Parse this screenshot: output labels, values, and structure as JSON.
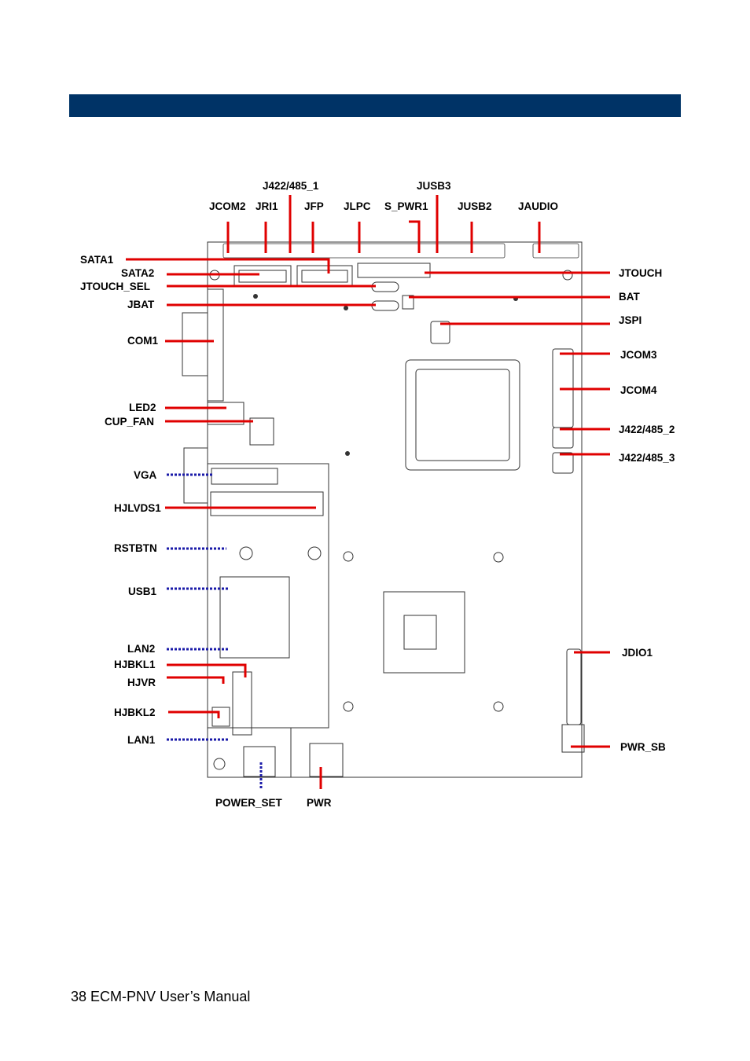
{
  "header": {
    "banner_color": "#003366"
  },
  "colors": {
    "leader_solid": "#e00000",
    "leader_dotted": "#1a1aa8",
    "board_line": "#333333"
  },
  "labels": {
    "jcom2": "JCOM2",
    "jri1": "JRI1",
    "j422_485_1": "J422/485_1",
    "jfp": "JFP",
    "jlpc": "JLPC",
    "s_pwr1": "S_PWR1",
    "jusb3": "JUSB3",
    "jusb2": "JUSB2",
    "jaudio": "JAUDIO",
    "sata1": "SATA1",
    "sata2": "SATA2",
    "jtouch_sel": "JTOUCH_SEL",
    "jbat": "JBAT",
    "com1": "COM1",
    "led2": "LED2",
    "cup_fan": "CUP_FAN",
    "vga": "VGA",
    "hjlvds1": "HJLVDS1",
    "rstbtn": "RSTBTN",
    "usb1": "USB1",
    "lan2": "LAN2",
    "hjbkl1": "HJBKL1",
    "hjvr": "HJVR",
    "hjbkl2": "HJBKL2",
    "lan1": "LAN1",
    "jtouch": "JTOUCH",
    "bat": "BAT",
    "jspi": "JSPI",
    "jcom3": "JCOM3",
    "jcom4": "JCOM4",
    "j422_485_2": "J422/485_2",
    "j422_485_3": "J422/485_3",
    "jdio1": "JDIO1",
    "pwr_sb": "PWR_SB",
    "power_set": "POWER_SET",
    "pwr": "PWR"
  },
  "footer": {
    "text": "38 ECM-PNV User’s Manual"
  }
}
